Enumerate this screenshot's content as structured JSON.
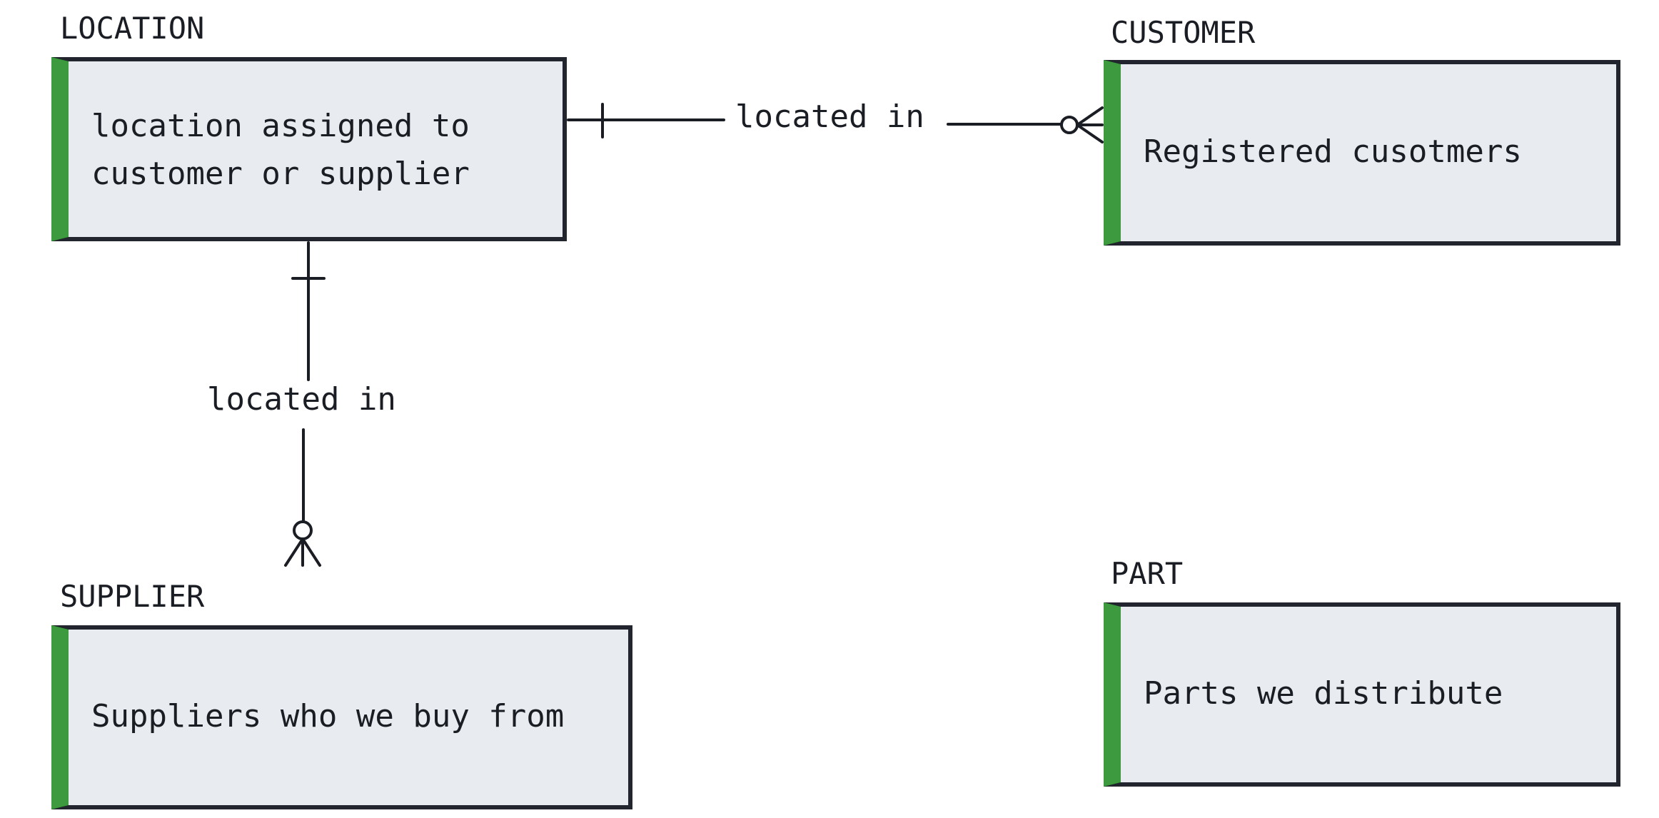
{
  "entities": [
    {
      "id": "location",
      "name": "LOCATION",
      "description": "location assigned to\ncustomer or supplier"
    },
    {
      "id": "customer",
      "name": "CUSTOMER",
      "description": "Registered cusotmers"
    },
    {
      "id": "supplier",
      "name": "SUPPLIER",
      "description": "Suppliers who we buy from"
    },
    {
      "id": "part",
      "name": "PART",
      "description": "Parts we distribute"
    }
  ],
  "relationships": [
    {
      "id": "location-customer",
      "label": "located in",
      "from": "LOCATION",
      "to": "CUSTOMER",
      "from_cardinality": "one",
      "to_cardinality": "zero-or-many"
    },
    {
      "id": "location-supplier",
      "label": "located in",
      "from": "LOCATION",
      "to": "SUPPLIER",
      "from_cardinality": "one",
      "to_cardinality": "zero-or-many"
    }
  ],
  "colors": {
    "entity_fill": "#e8ebef",
    "entity_border": "#22252e",
    "entity_accent": "#3e9a3e",
    "line": "#1b1d24",
    "text": "#1b1d24"
  }
}
